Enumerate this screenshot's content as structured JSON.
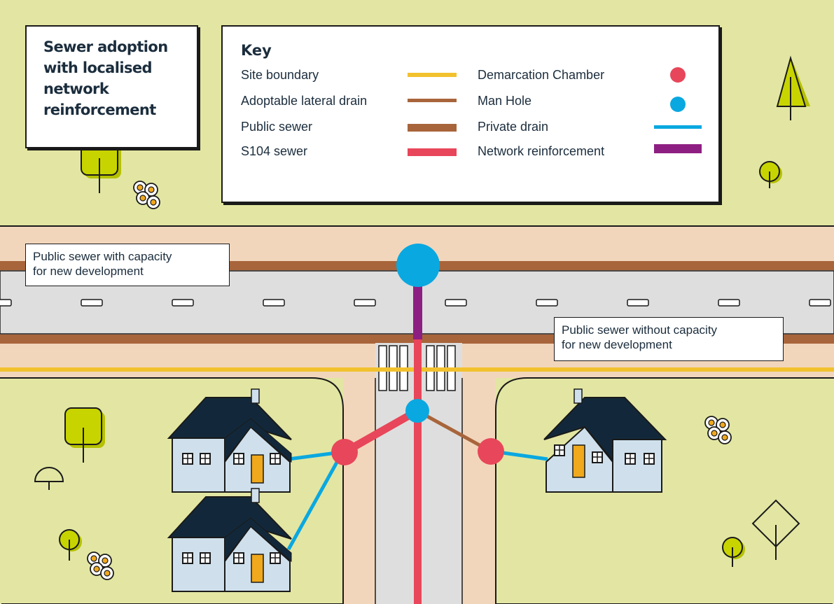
{
  "title_lines": [
    "Sewer adoption",
    "with localised",
    "network",
    "reinforcement"
  ],
  "key": {
    "title": "Key",
    "items": [
      {
        "label": "Site boundary",
        "kind": "line",
        "color": "#f2c12e"
      },
      {
        "label": "Adoptable lateral drain",
        "kind": "line",
        "color": "#a8653b"
      },
      {
        "label": "Public sewer",
        "kind": "line",
        "color": "#a8653b"
      },
      {
        "label": "S104 sewer",
        "kind": "line",
        "color": "#e8465a"
      },
      {
        "label": "Demarcation Chamber",
        "kind": "dot",
        "color": "#e8465a"
      },
      {
        "label": "Man Hole",
        "kind": "dot",
        "color": "#0aa8e0"
      },
      {
        "label": "Private drain",
        "kind": "line",
        "color": "#0aa8e0"
      },
      {
        "label": "Network reinforcement",
        "kind": "line",
        "color": "#8e1f82"
      }
    ]
  },
  "callouts": {
    "with_capacity": [
      "Public sewer with capacity",
      "for new development"
    ],
    "without_capacity": [
      "Public sewer without capacity",
      "for new development"
    ]
  },
  "colors": {
    "grass": "#e2e6a2",
    "pavement": "#f2d6bc",
    "road": "#dedede",
    "house_wall": "#cfe0ec",
    "roof": "#12283a",
    "door": "#f0a81c",
    "tree": "#c8d400",
    "outline": "#1a1a1a"
  }
}
